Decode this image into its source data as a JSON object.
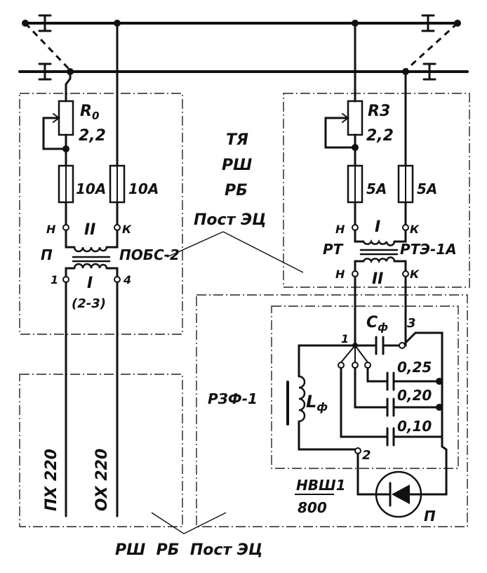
{
  "labels": {
    "ro": "R",
    "ro_sub": "0",
    "ro_val": "2,2",
    "fuse_left_1": "10A",
    "fuse_left_2": "10A",
    "term_n_left": "Н",
    "term_k_left": "К",
    "winding_ii_left": "II",
    "p_left": "П",
    "pobs": "ПОБС-2",
    "term_1_left": "1",
    "term_4_left": "4",
    "winding_i_left": "I",
    "winding_i_taps": "(2-3)",
    "tya": "ТЯ",
    "rsh": "РШ",
    "rb": "РБ",
    "post_ec": "Пост ЭЦ",
    "r3": "R3",
    "r3_val": "2,2",
    "fuse_right_1": "5A",
    "fuse_right_2": "5A",
    "term_n_right_top": "Н",
    "term_k_right_top": "К",
    "winding_i_right": "I",
    "rt": "РТ",
    "rte": "РТЭ-1А",
    "term_n_right_bot": "Н",
    "term_k_right_bot": "К",
    "winding_ii_right": "II",
    "cf": "C",
    "cf_sub": "ф",
    "node_1": "1",
    "node_3": "3",
    "node_2": "2",
    "c025": "0,25",
    "c020": "0,20",
    "c010": "0,10",
    "rzf": "РЗФ-1",
    "lf": "L",
    "lf_sub": "ф",
    "nvsh": "НВШ1",
    "nvsh_val": "800",
    "p_right": "П",
    "px220": "ПХ 220",
    "ox220": "ОХ 220",
    "bottom": "РШ  РБ  Пост ЭЦ"
  }
}
